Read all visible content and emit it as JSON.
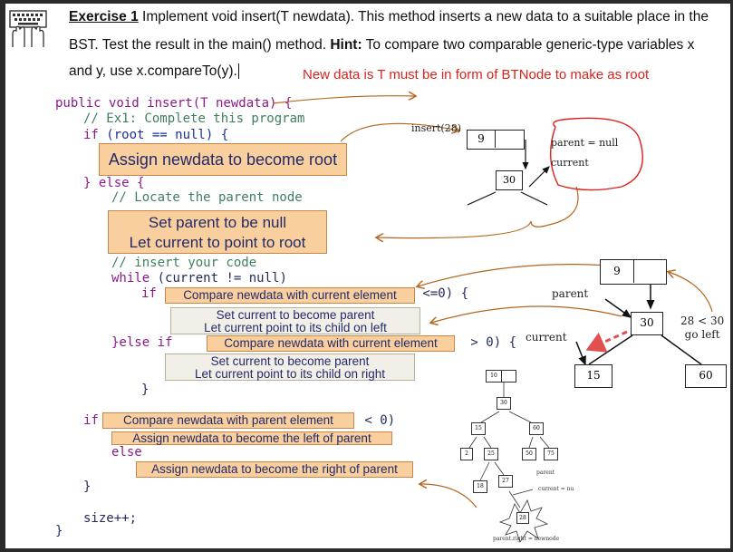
{
  "header": {
    "exercise_label": "Exercise 1",
    "line1_rest": " Implement void insert(T newdata). This method inserts a new data to a suitable place in the",
    "line2": "BST.   Test the result in the main() method. ",
    "hint_label": "Hint:",
    "hint_text": " To compare two comparable generic-type variables x",
    "line3": "and y, use x.compareTo(y).",
    "red_note": "New data is T must be in form of BTNode to make as root"
  },
  "code": {
    "l1": "public void insert(T newdata) {",
    "l2": "// Ex1: Complete this program",
    "l3a": "if",
    "l3b": " (root == null) {",
    "l4": "} else {",
    "l5": "// Locate the parent node",
    "l6": "// insert your code",
    "l7a": "while",
    "l7b": " (current != null)",
    "l8": "if",
    "l8b": " <=0) {",
    "l9a": "}else if",
    "l9b": " > 0) {",
    "l10": "}",
    "l11a": "if",
    "l11b": " < 0)",
    "l12": "else",
    "l13": "}",
    "l14": "size++;",
    "l15": "}"
  },
  "boxes": {
    "assign_root": "Assign newdata to become root",
    "set_parent": "Set parent to be null",
    "let_current": "Let current to point to root",
    "compare1": "Compare newdata with current element",
    "left_1": "Set current to become parent",
    "left_2": "Let current point to its child on left",
    "compare2": "Compare newdata with current element",
    "right_1": "Set current to become parent",
    "right_2": "Let current point to its child on right",
    "compare_parent": "Compare newdata with parent element",
    "assign_left": "Assign newdata to become the left of parent",
    "assign_right": "Assign newdata to become the right of parent"
  },
  "diagram1": {
    "label": "insert(28)",
    "node_value": "9",
    "child_value": "30",
    "note_parent": "parent = null",
    "note_current": "current"
  },
  "diagram2": {
    "top_value": "9",
    "node": "30",
    "left": "15",
    "right": "60",
    "parent_label": "parent",
    "current_label": "current",
    "note1": "28 < 30",
    "note2": "go left"
  },
  "tree3": {
    "top": "10",
    "root": "30",
    "n15": "15",
    "n60": "60",
    "n2": "2",
    "n25": "25",
    "n50": "50",
    "n75": "75",
    "n18": "18",
    "n27": "27",
    "n28": "28",
    "parent_label": "parent",
    "current_label": "current = nu",
    "bottom_note": "parent.right = newnode"
  },
  "colors": {
    "box_fill": "#f9cf9e",
    "red": "#e0201a",
    "arrow": "#b5651d"
  }
}
